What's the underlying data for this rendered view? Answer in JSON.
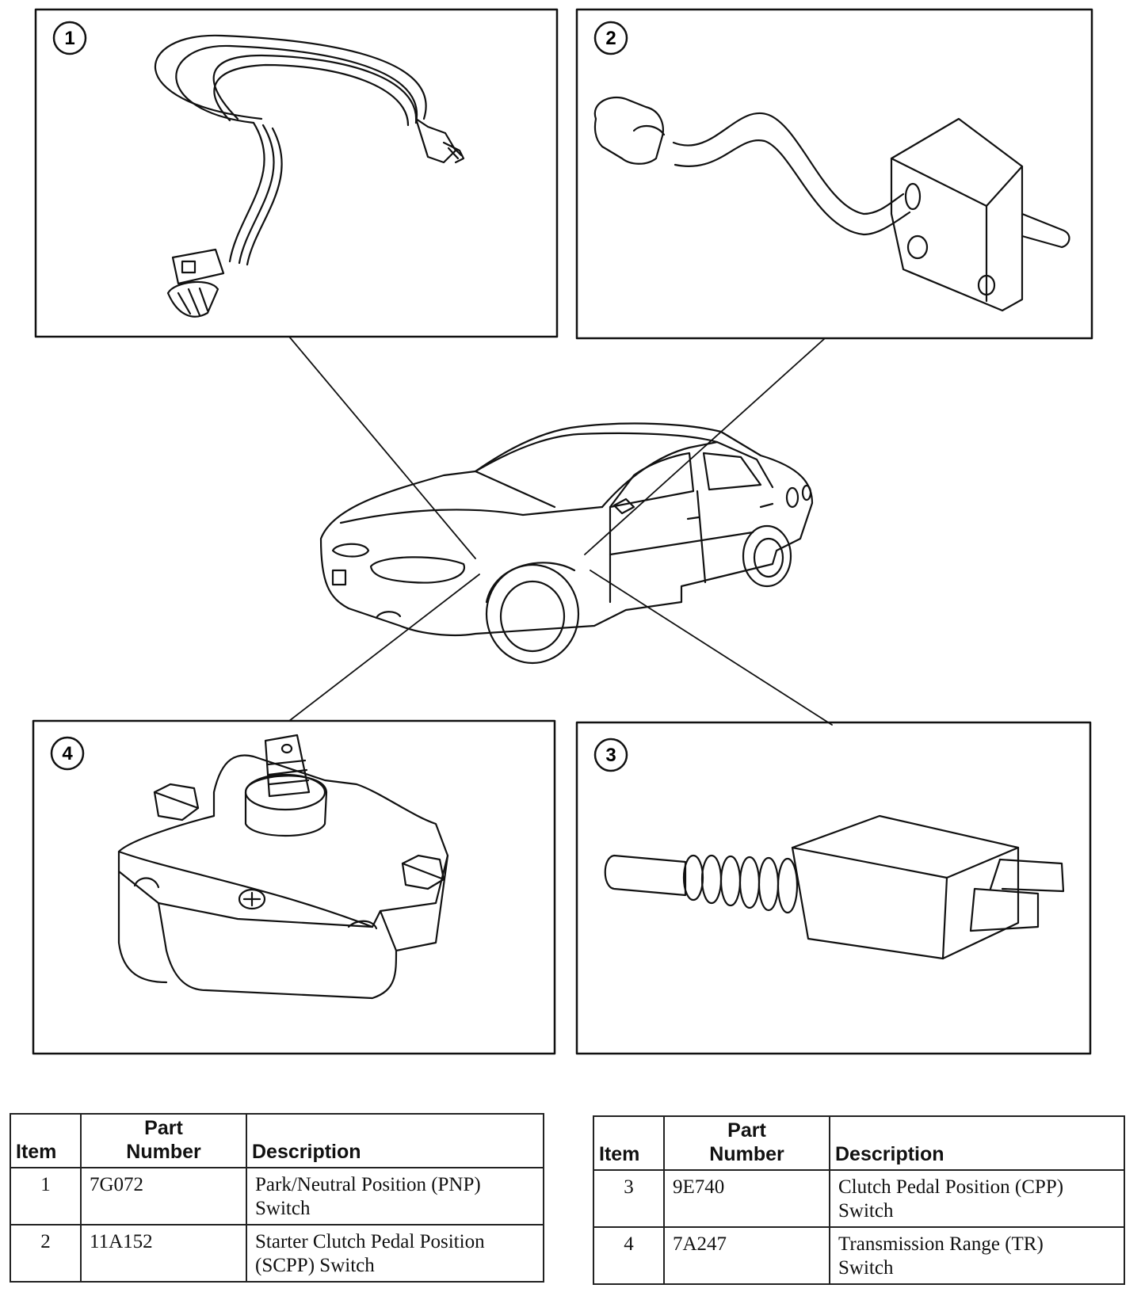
{
  "callouts": [
    "1",
    "2",
    "3",
    "4"
  ],
  "tables": [
    {
      "headers": {
        "item": "Item",
        "part_line1": "Part",
        "part_line2": "Number",
        "description": "Description"
      },
      "rows": [
        {
          "item": "1",
          "part": "7G072",
          "desc_line1": "Park/Neutral Position (PNP)",
          "desc_line2": "Switch"
        },
        {
          "item": "2",
          "part": "11A152",
          "desc_line1": "Starter Clutch Pedal Position",
          "desc_line2": "(SCPP) Switch"
        }
      ]
    },
    {
      "headers": {
        "item": "Item",
        "part_line1": "Part",
        "part_line2": "Number",
        "description": "Description"
      },
      "rows": [
        {
          "item": "3",
          "part": "9E740",
          "desc_line1": "Clutch Pedal Position (CPP)",
          "desc_line2": "Switch"
        },
        {
          "item": "4",
          "part": "7A247",
          "desc_line1": "Transmission Range (TR)",
          "desc_line2": "Switch"
        }
      ]
    }
  ]
}
